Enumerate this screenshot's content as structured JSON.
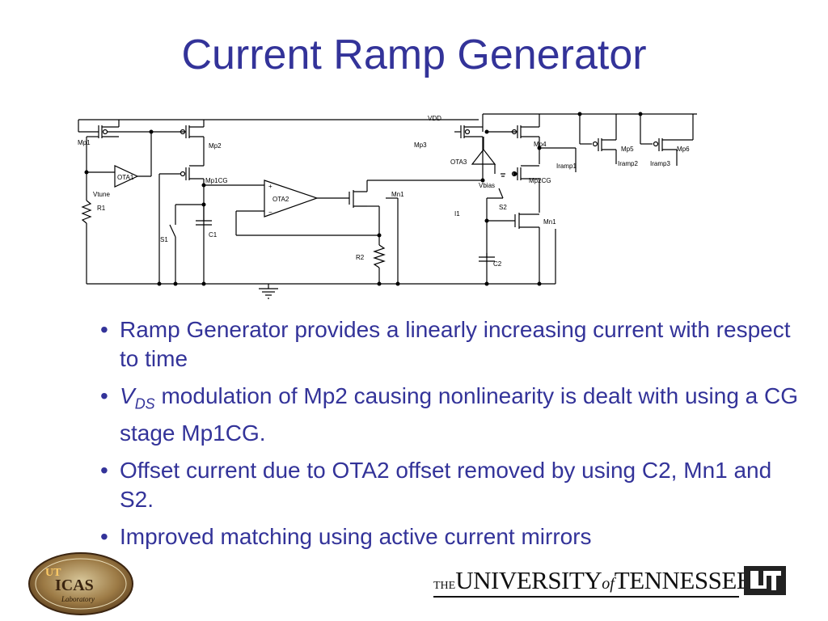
{
  "slide": {
    "title": "Current Ramp Generator"
  },
  "schematic": {
    "labels": {
      "mp1": "Mp1",
      "ota1": "OTA1",
      "vtune": "Vtune",
      "r1": "R1",
      "mp2": "Mp2",
      "mp1cg": "Mp1CG",
      "s1": "S1",
      "c1": "C1",
      "ota2": "OTA2",
      "mn1_left": "Mn1",
      "r2": "R2",
      "vdd": "VDD",
      "mp3": "Mp3",
      "ota3": "OTA3",
      "vbias": "Vbias",
      "mp4": "Mp4",
      "mp2cg": "Mp2CG",
      "iramp1": "Iramp1",
      "s2": "S2",
      "i1": "I1",
      "mn1_right": "Mn1",
      "c2": "C2",
      "mp5": "Mp5",
      "iramp2": "Iramp2",
      "mp6": "Mp6",
      "iramp3": "Iramp3",
      "plus": "+",
      "minus": "−"
    }
  },
  "bullets": [
    {
      "text": "Ramp Generator provides a linearly increasing current with respect to time"
    },
    {
      "v": "V",
      "sub": "DS",
      "text": " modulation of Mp2 causing nonlinearity is dealt with using a CG stage Mp1CG."
    },
    {
      "text": "Offset current due to OTA2 offset removed by using C2, Mn1 and S2."
    },
    {
      "text": "Improved matching using active current mirrors"
    }
  ],
  "bullet_symbol": "•",
  "logos": {
    "left_text_1": "UT",
    "left_text_2": "ICAS",
    "left_text_3": "Laboratory",
    "right_the": "THE",
    "right_university": "UNIVERSITY",
    "right_of": "of",
    "right_tennessee": "TENNESSEE",
    "right_mark": "UT"
  },
  "colors": {
    "title": "#333399",
    "bullets": "#333399",
    "schematic": "#000000"
  }
}
